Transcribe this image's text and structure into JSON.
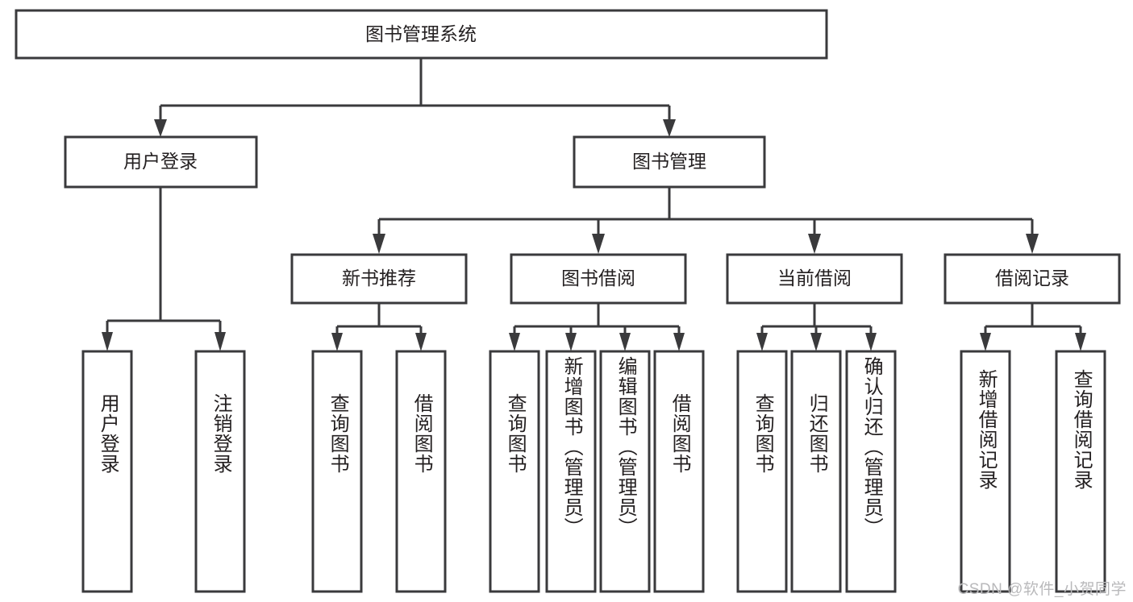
{
  "diagram": {
    "title": "图书管理系统",
    "type": "tree-hierarchy-diagram",
    "colors": {
      "box_stroke": "#3a3a3c",
      "box_fill": "#ffffff",
      "text": "#231f20",
      "connector": "#3a3a3c",
      "watermark": "#b9b9bb",
      "background": "#ffffff"
    },
    "root": {
      "label": "图书管理系统"
    },
    "level1": [
      {
        "label": "用户登录"
      },
      {
        "label": "图书管理"
      }
    ],
    "level2": [
      {
        "label": "新书推荐"
      },
      {
        "label": "图书借阅"
      },
      {
        "label": "当前借阅"
      },
      {
        "label": "借阅记录"
      }
    ],
    "leaves": {
      "user_login": [
        {
          "label": "用户登录"
        },
        {
          "label": "注销登录"
        }
      ],
      "new_book_recommend": [
        {
          "label": "查询图书"
        },
        {
          "label": "借阅图书"
        }
      ],
      "book_borrow": [
        {
          "label": "查询图书"
        },
        {
          "label": "新增图书（管理员）"
        },
        {
          "label": "编辑图书（管理员）"
        },
        {
          "label": "借阅图书"
        }
      ],
      "current_borrow": [
        {
          "label": "查询图书"
        },
        {
          "label": "归还图书"
        },
        {
          "label": "确认归还（管理员）"
        }
      ],
      "borrow_record": [
        {
          "label": "新增借阅记录"
        },
        {
          "label": "查询借阅记录"
        }
      ]
    }
  },
  "watermark": {
    "text": "CSDN @软件_小贺同学"
  }
}
